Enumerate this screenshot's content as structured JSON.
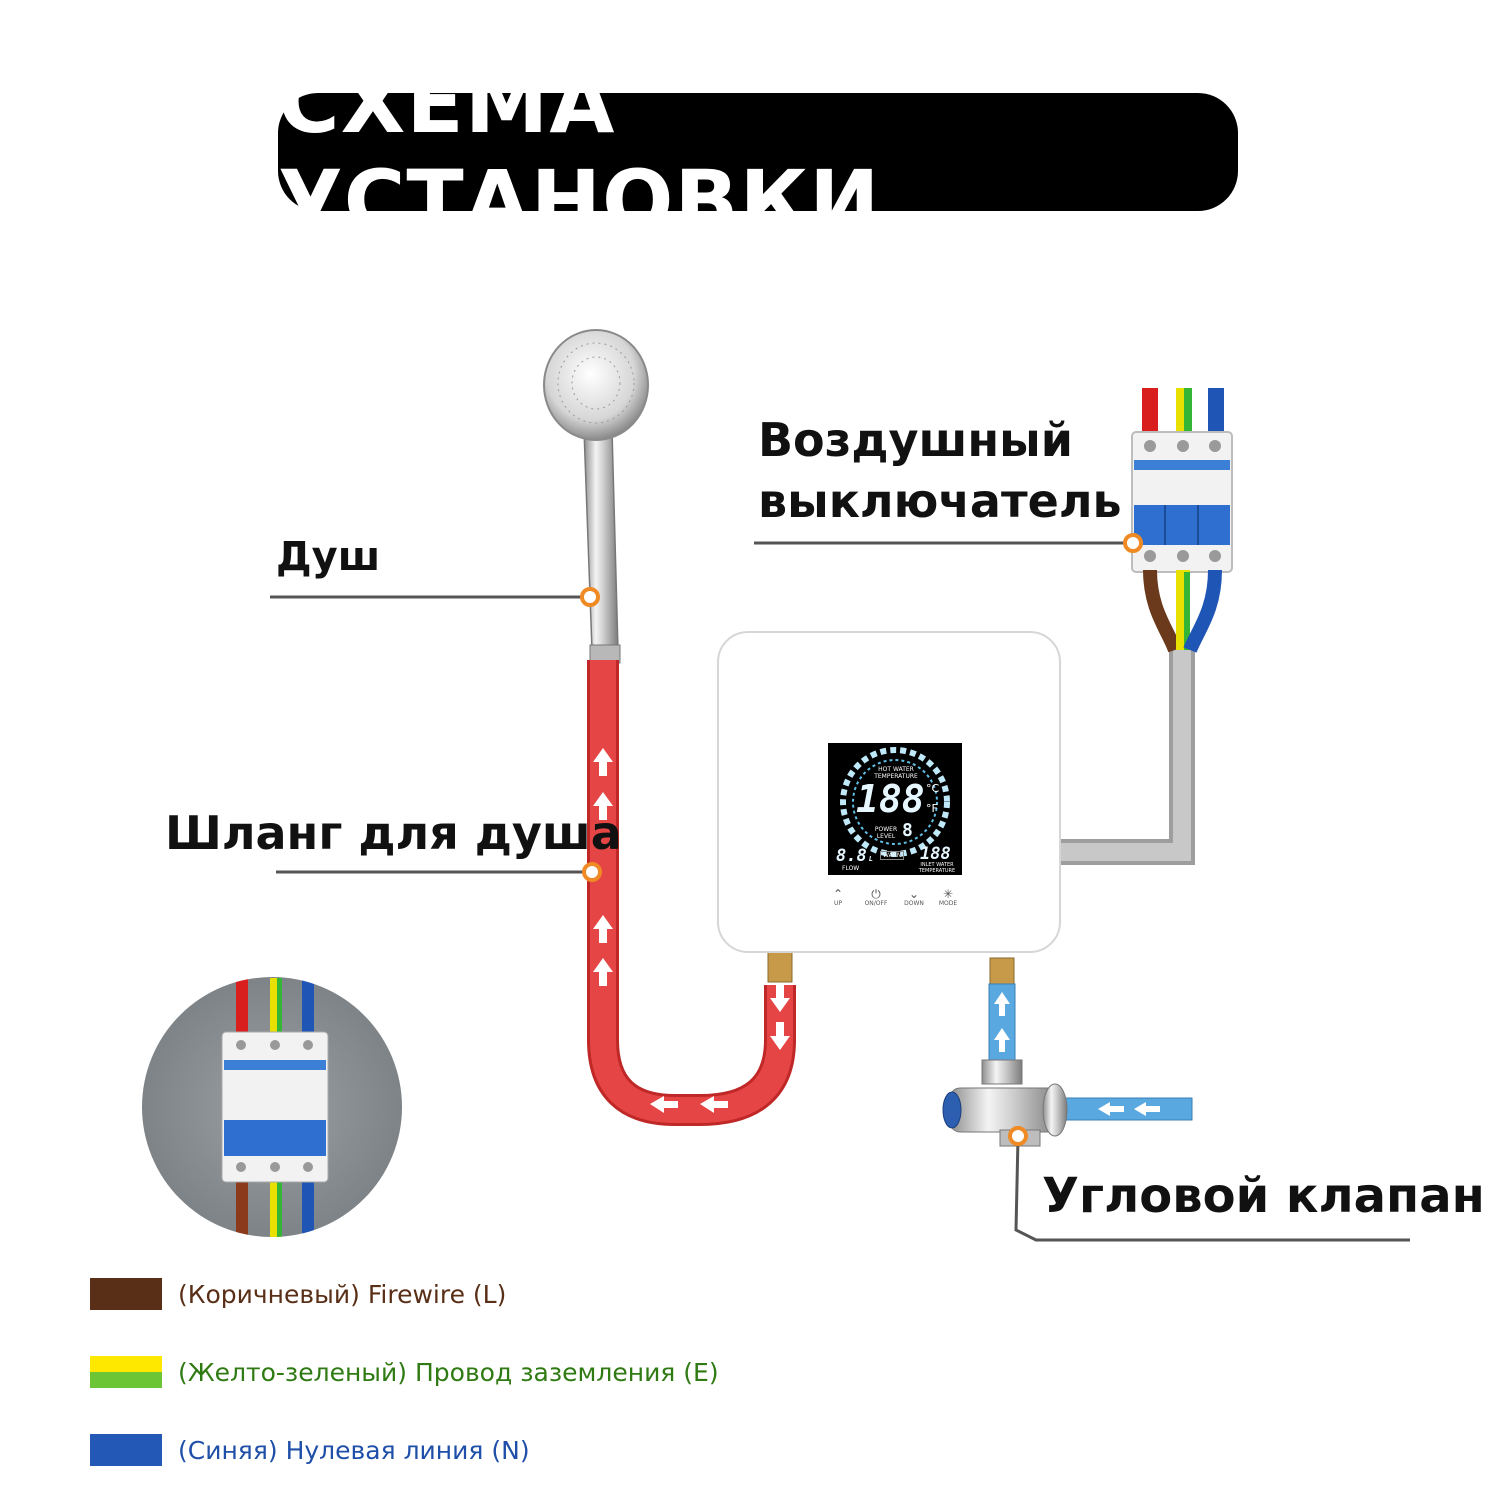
{
  "title": "СХЕМА УСТАНОВКИ",
  "labels": {
    "shower": "Душ",
    "hose": "Шланг для душа",
    "breaker_line1": "Воздушный",
    "breaker_line2": "выключатель",
    "angle_valve": "Угловой клапан"
  },
  "heater_display": {
    "hot_water_label": "HOT WATER TEMPERATURE",
    "main_temp": "188",
    "unit_c": "°C",
    "unit_f": "°F",
    "power_label": "POWER LEVEL",
    "power_value": "8",
    "flow_value": "8.8",
    "flow_unit": "L",
    "flow_label": "FLOW",
    "inlet_temp": "188",
    "inlet_label": "INLET WATER TEMPERATURE",
    "warn_label": "WARN"
  },
  "heater_buttons": [
    {
      "label": "UP"
    },
    {
      "label": "ON/OFF"
    },
    {
      "label": "DOWN"
    },
    {
      "label": "MODE"
    }
  ],
  "legend": [
    {
      "text": "(Коричневый) Firewire (L)",
      "color": "#5a2f17",
      "text_color": "#5a2f17"
    },
    {
      "text": "(Желто-зеленый) Провод заземления (E)",
      "color_top": "#ffe800",
      "color_bottom": "#6cc534",
      "text_color": "#2f7a12"
    },
    {
      "text": "(Синяя) Нулевая линия (N)",
      "color": "#2358b6",
      "text_color": "#1f4fa8"
    }
  ],
  "colors": {
    "hot_hose": "#e63a3a",
    "cold_pipe": "#5aa8e0",
    "cable": "#bdbdbd",
    "marker": "#f08a24",
    "wire_red": "#d91e1e",
    "wire_yellow": "#e8e000",
    "wire_green": "#35b535",
    "wire_blue": "#1f55b5",
    "wire_brown": "#6b3a1c"
  }
}
